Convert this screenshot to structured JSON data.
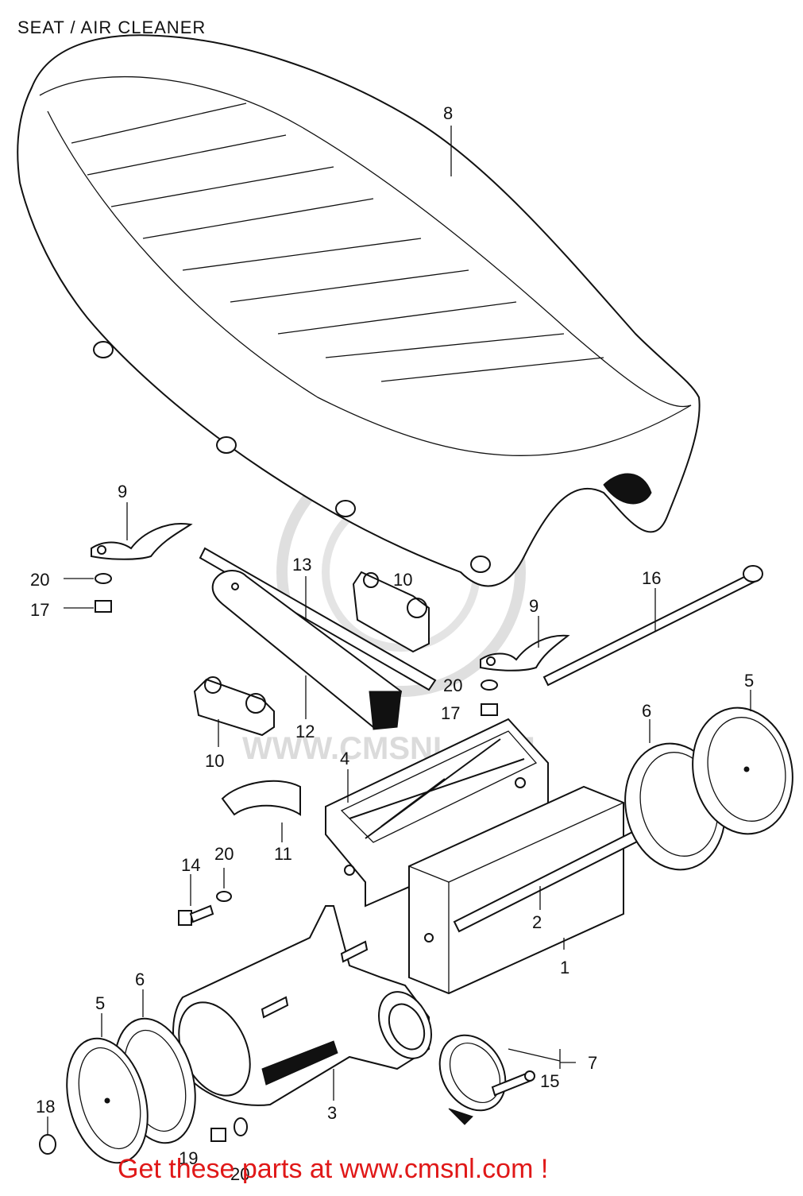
{
  "title": "SEAT / AIR CLEANER",
  "watermark": "WWW.CMSNL.COM",
  "footer": "Get these parts at www.cmsnl.com !",
  "colors": {
    "footer": "#e01818",
    "ink": "#111111",
    "watermark": "#d8d8d8"
  },
  "callouts": {
    "c1": "1",
    "c2": "2",
    "c3": "3",
    "c4": "4",
    "c5a": "5",
    "c5b": "5",
    "c6a": "6",
    "c6b": "6",
    "c7": "7",
    "c8": "8",
    "c9a": "9",
    "c9b": "9",
    "c10a": "10",
    "c10b": "10",
    "c11": "11",
    "c12": "12",
    "c13": "13",
    "c14": "14",
    "c15": "15",
    "c16": "16",
    "c17a": "17",
    "c17b": "17",
    "c18": "18",
    "c19": "19",
    "c20a": "20",
    "c20b": "20",
    "c20c": "20",
    "c20d": "20"
  }
}
